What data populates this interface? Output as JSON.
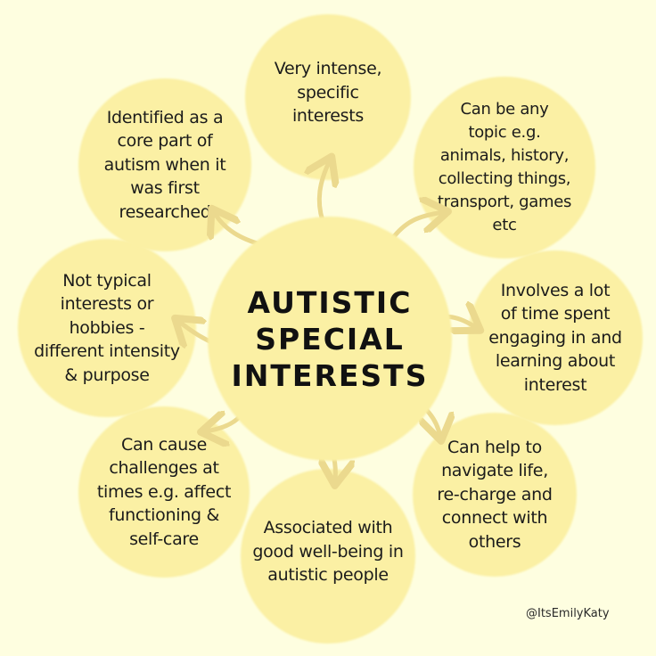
{
  "title": "AUTISTIC\nSPECIAL\nINTERESTS",
  "bubbles": [
    {
      "id": "top",
      "text": "Very intense,\nspecific\ninterests"
    },
    {
      "id": "top-right",
      "text": "Can be any\ntopic e.g.\nanimals, history,\ncollecting things,\ntransport, games\netc"
    },
    {
      "id": "right",
      "text": "Involves a lot\nof time spent\nengaging in and\nlearning about\ninterest"
    },
    {
      "id": "bottom-right",
      "text": "Can help to\nnavigate life,\nre-charge and\nconnect with\nothers"
    },
    {
      "id": "bottom",
      "text": "Associated with\ngood well-being in\nautistic people"
    },
    {
      "id": "bottom-left",
      "text": "Can cause\nchallenges at\ntimes e.g. affect\nfunctioning &\nself-care"
    },
    {
      "id": "left",
      "text": "Not typical\ninterests or\nhobbies -\ndifferent intensity\n& purpose"
    },
    {
      "id": "top-left",
      "text": "Identified as a\ncore part of\nautism when it\nwas first\nresearched"
    }
  ],
  "credit": "@ItsEmilyKaty",
  "colors": {
    "background": "#fefee0",
    "bubble": "#fbf0a4",
    "arrow": "#ebd98e",
    "text": "#1b1b1b"
  }
}
